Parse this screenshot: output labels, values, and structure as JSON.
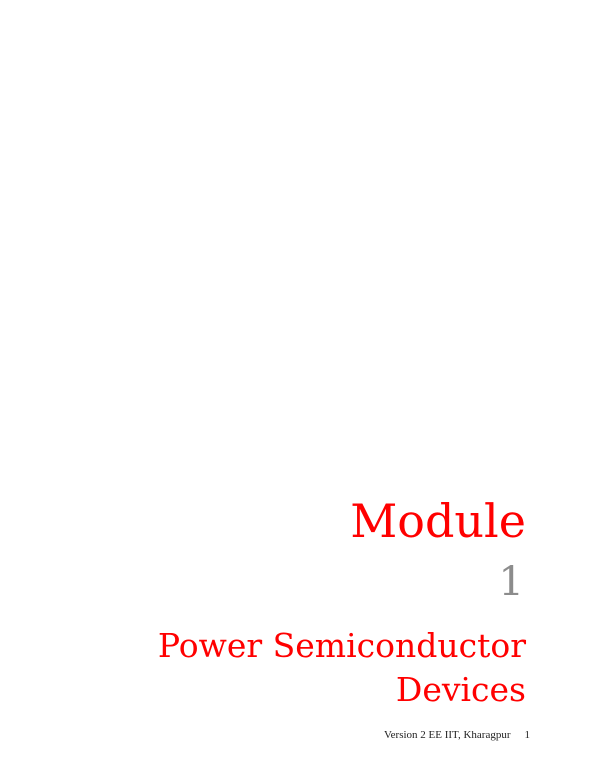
{
  "document": {
    "module_label": "Module",
    "module_number": "1",
    "title_lines": [
      "Power Semiconductor",
      "Devices"
    ],
    "footer": {
      "text": "Version 2 EE IIT, Kharagpur",
      "page_number": "1"
    }
  },
  "colors": {
    "accent": "#ff0000",
    "module_number": "#8c8c8c",
    "footer_text": "#222222",
    "background": "#ffffff"
  }
}
